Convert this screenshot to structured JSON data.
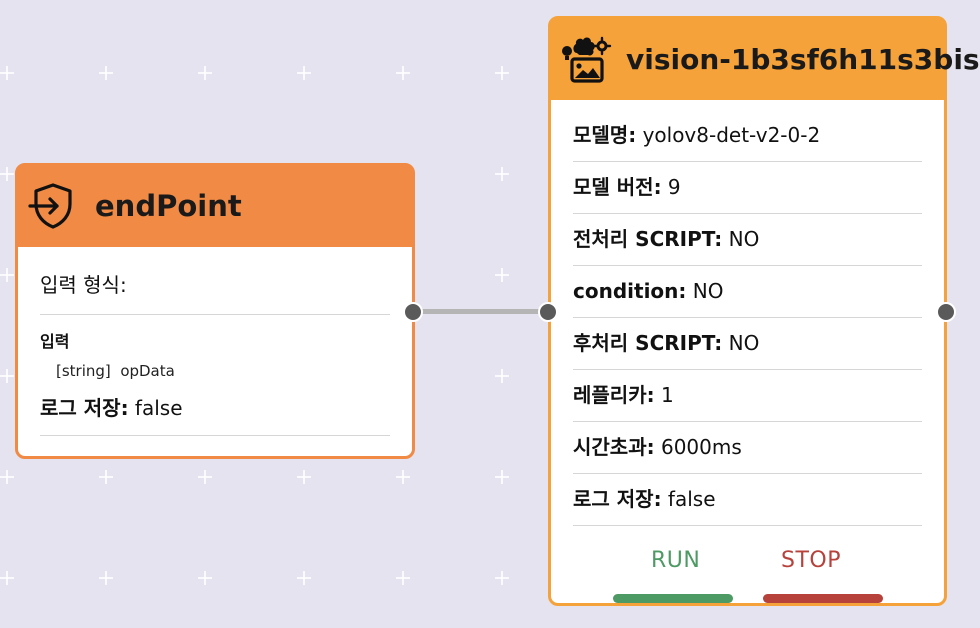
{
  "colors": {
    "background": "#e4e3ef",
    "endpoint_accent": "#f08a44",
    "vision_accent": "#f5a23a",
    "run": "#4e9a64",
    "stop": "#b7413b",
    "port": "#5a5a5a",
    "edge": "#b5b5b5"
  },
  "endpoint": {
    "icon": "shield-arrow-in-icon",
    "title": "endPoint",
    "input_format_label": "입력 형식:",
    "input_section": "입력",
    "params": [
      {
        "type": "[string]",
        "name": "opData"
      }
    ],
    "log_label": "로그 저장:",
    "log_value": "false"
  },
  "vision": {
    "icon": "vision-model-icon",
    "title": "vision-1b3sf6h11s3bis",
    "rows": [
      {
        "key": "모델명:",
        "value": "yolov8-det-v2-0-2"
      },
      {
        "key": "모델 버전:",
        "value": "9"
      },
      {
        "key": "전처리 SCRIPT:",
        "value": "NO"
      },
      {
        "key": "condition:",
        "value": "NO"
      },
      {
        "key": "후처리 SCRIPT:",
        "value": "NO"
      },
      {
        "key": "레플리카:",
        "value": "1"
      },
      {
        "key": "시간초과:",
        "value": "6000ms"
      },
      {
        "key": "로그 저장:",
        "value": "false"
      }
    ],
    "run_label": "RUN",
    "stop_label": "STOP"
  }
}
